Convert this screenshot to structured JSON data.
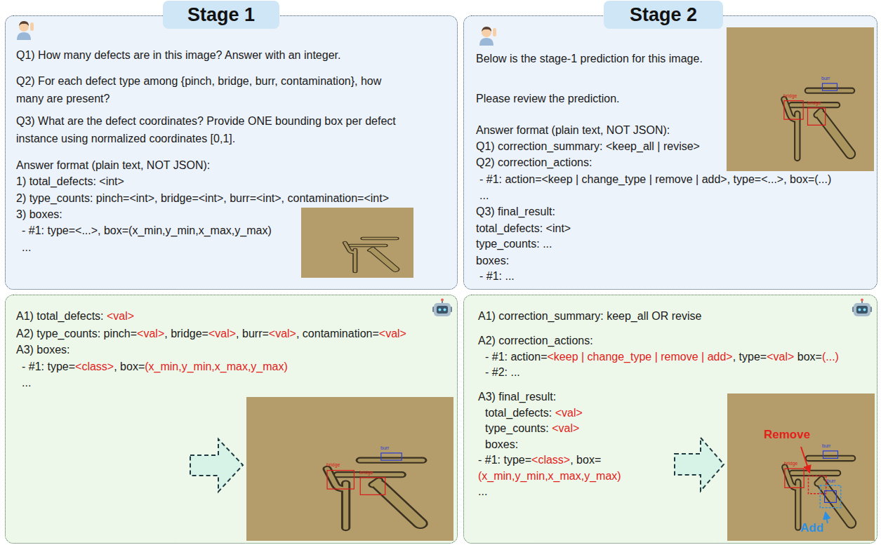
{
  "diagram": {
    "nodes": [
      {
        "text": [
          "Stage 1"
        ]
      },
      {
        "text": [
          "Q1) How many defects are in this image? Answer with an integer.",
          "Q2) For each defect type among {pinch, bridge, burr, contamination}, how many are present?",
          "Q3) What are the defect coordinates? Provide ONE bounding box per defect instance using normalized coordinates [0,1].",
          "Answer format (plain text, NOT JSON):",
          "1) total_defects: <int>",
          "2) type_counts: pinch=<int>, bridge=<int>, burr=<int>, contamination=<int>",
          "3) boxes:",
          "- #1: type=<...>, box=(x_min,y_min,x_max,y_max)",
          "..."
        ]
      },
      {
        "text": [
          "A1) total_defects:",
          "<val>",
          "A2) type_counts: pinch=",
          "<val>",
          ", bridge=",
          "<val>",
          ", burr=",
          "<val>",
          ", contamination=",
          "<val>",
          "A3) boxes:",
          "- #1: type=",
          "<class>",
          ", box=",
          "(x_min,y_min,x_max,y_max)",
          "..."
        ]
      },
      {
        "text": [
          "Stage 2"
        ]
      },
      {
        "text": [
          "Below is the stage-1 prediction for this image.",
          "Please review the prediction.",
          "Answer format (plain text, NOT JSON):",
          "Q1) correction_summary: <keep_all | revise>",
          "Q2) correction_actions:",
          "- #1: action=<keep | change_type | remove | add>, type=<...>, box=(...)",
          "...",
          "Q3) final_result:",
          "total_defects: <int>",
          "type_counts: ...",
          "boxes:",
          "- #1: ..."
        ]
      },
      {
        "text": [
          "A1) correction_summary: keep_all OR revise",
          "A2) correction_actions:",
          "- #1: action=",
          "<keep | change_type | remove | add>",
          ", type=",
          "<val>",
          "box=",
          "(...)",
          "- #2: ...",
          "A3) final_result:",
          "total_defects:",
          "<val>",
          "type_counts:",
          "<val>",
          "boxes:",
          "- #1: type=",
          "<class>",
          ", box=",
          "(x_min,y_min,x_max,y_max)",
          "..."
        ]
      }
    ],
    "labels": [
      "burr",
      "bridge",
      "bridge",
      "burr",
      "bridge",
      "bridge",
      "Remove",
      "burr",
      "bridge",
      "burr",
      "Add"
    ]
  }
}
